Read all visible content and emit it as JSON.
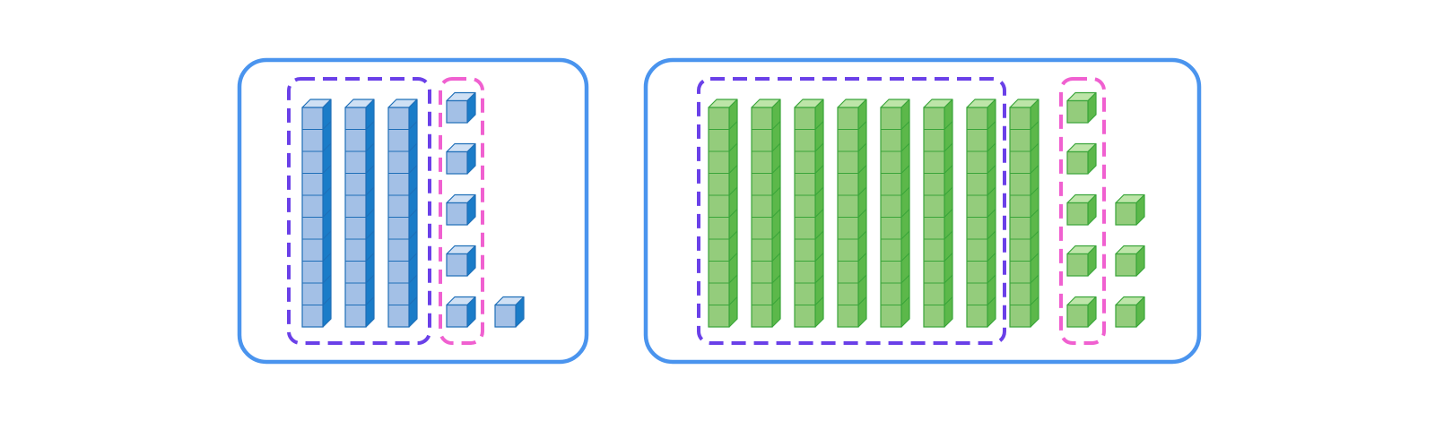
{
  "colors": {
    "panel_border": "#4a94ee",
    "tens_group_border": "#6a40e8",
    "ones_group_border": "#f060d0",
    "blue_front": "#a3c0e6",
    "blue_top": "#cfe0f4",
    "blue_side": "#1a7cc8",
    "blue_stroke": "#1f6fb8",
    "green_front": "#94cc7c",
    "green_top": "#bde5a8",
    "green_side": "#5cb84a",
    "green_stroke": "#3aa53a"
  },
  "panels": [
    {
      "name": "left-panel",
      "color": "blue",
      "rods_grouped": 3,
      "rods_extra": 0,
      "units_grouped": 5,
      "units_extra": 1
    },
    {
      "name": "right-panel",
      "color": "green",
      "rods_grouped": 7,
      "rods_extra": 1,
      "units_grouped": 5,
      "units_extra": 3
    }
  ]
}
